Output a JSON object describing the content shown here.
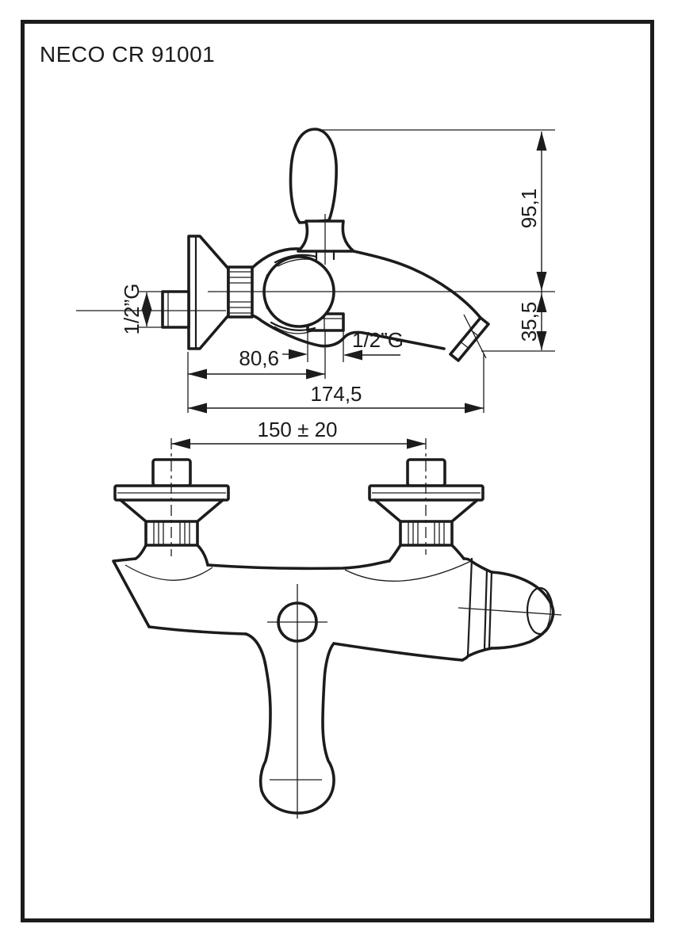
{
  "document": {
    "title": "NECO CR 91001"
  },
  "colors": {
    "line": "#1c1c1c",
    "background": "#ffffff"
  },
  "side_view": {
    "dimensions": {
      "handle_height": "95,1",
      "spout_drop": "35,5",
      "wall_to_outlet": "80,6",
      "total_projection": "174,5"
    },
    "labels": {
      "inlet_thread": "1/2”G",
      "outlet_thread": "1/2”G"
    }
  },
  "front_view": {
    "dimensions": {
      "inlet_centers": "150 ± 20"
    }
  }
}
